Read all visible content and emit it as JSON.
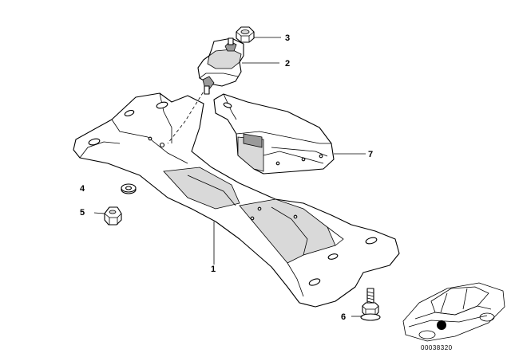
{
  "diagram": {
    "callouts": [
      {
        "id": "c1",
        "label": "1"
      },
      {
        "id": "c2",
        "label": "2"
      },
      {
        "id": "c3",
        "label": "3"
      },
      {
        "id": "c4",
        "label": "4"
      },
      {
        "id": "c5",
        "label": "5"
      },
      {
        "id": "c6",
        "label": "6"
      },
      {
        "id": "c7",
        "label": "7"
      }
    ],
    "image_code": "00038320"
  }
}
